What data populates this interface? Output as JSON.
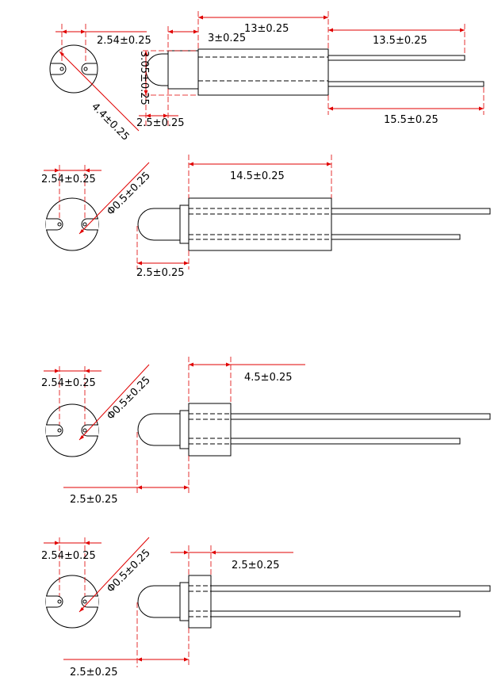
{
  "drawing": {
    "colors": {
      "outline": "#000000",
      "dimension": "#e00000",
      "background": "#ffffff"
    },
    "views": [
      {
        "id": "view-1",
        "labels": {
          "pin_pitch": "2.54±0.25",
          "bush_length": "3±0.25",
          "body_length": "13±0.25",
          "short_lead": "13.5±0.25",
          "long_lead": "15.5±0.25",
          "lens_height": "2.5±0.25",
          "diameter": "4.4±0.25",
          "small_diameter": "3.05±0.25"
        }
      },
      {
        "id": "view-2",
        "labels": {
          "pin_pitch": "2.54±0.25",
          "pin_diameter": "Φ0.5±0.25",
          "body_length": "14.5±0.25",
          "lens_height": "2.5±0.25"
        }
      },
      {
        "id": "view-3",
        "labels": {
          "pin_pitch": "2.54±0.25",
          "pin_diameter": "Φ0.5±0.25",
          "body_length": "4.5±0.25",
          "lens_height": "2.5±0.25"
        }
      },
      {
        "id": "view-4",
        "labels": {
          "pin_pitch": "2.54±0.25",
          "pin_diameter": "Φ0.5±0.25",
          "body_length": "2.5±0.25",
          "lens_height": "2.5±0.25"
        }
      }
    ]
  }
}
